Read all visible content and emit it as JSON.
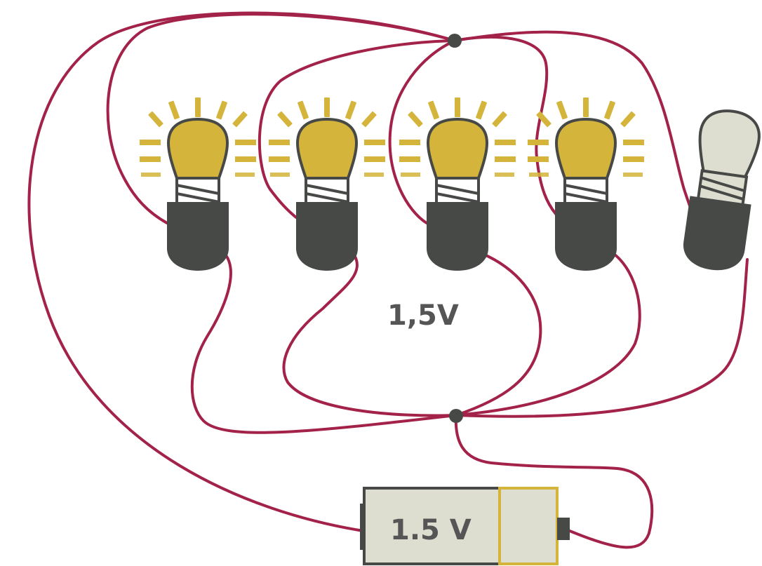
{
  "diagram": {
    "voltage_label": "1,5V",
    "battery": {
      "label": "1.5 V"
    },
    "bulbs": [
      {
        "id": "bulb-1",
        "state": "lit"
      },
      {
        "id": "bulb-2",
        "state": "lit"
      },
      {
        "id": "bulb-3",
        "state": "lit"
      },
      {
        "id": "bulb-4",
        "state": "lit"
      },
      {
        "id": "bulb-5",
        "state": "unlit"
      }
    ],
    "colors": {
      "wire": "#a3224a",
      "lit_bulb": "#d4b43a",
      "glow": "#d4b43a",
      "unlit_bulb": "#ddddd0",
      "socket": "#474947",
      "battery_body": "#ddddd0",
      "battery_border": "#474947",
      "battery_cap_border": "#d4b43a",
      "text": "#555555"
    }
  }
}
